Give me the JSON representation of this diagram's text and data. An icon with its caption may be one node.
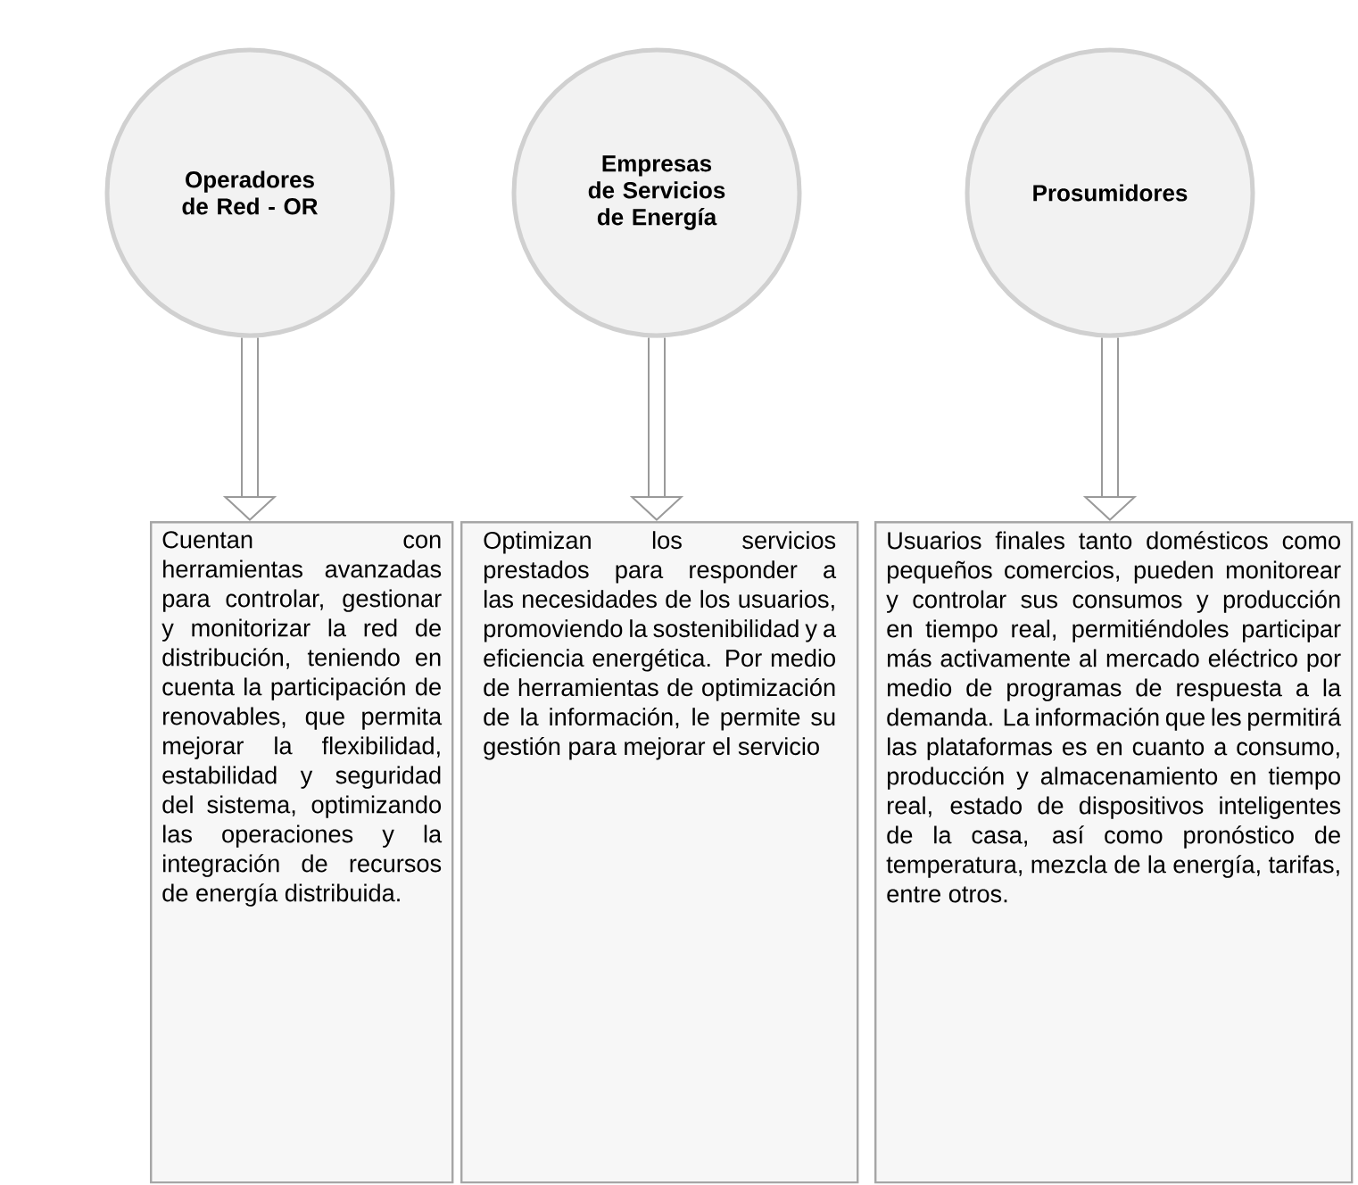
{
  "diagram": {
    "nodes": [
      {
        "text": [
          "Operadores de Red - OR"
        ]
      },
      {
        "text": [
          "Empresas de Servicios de Energía"
        ]
      },
      {
        "text": [
          "Prosumidores"
        ]
      },
      {
        "text": [
          "Cuentan con herramientas avanzadas para controlar, gestionar y monitorizar la red de distribución, teniendo en cuenta la participación de renovables, que permita mejorar la flexibilidad, estabilidad y seguridad del sistema, optimizando las operaciones y la integración de recursos de energía distribuida."
        ]
      },
      {
        "text": [
          "Optimizan los servicios prestados para responder a las necesidades de los usuarios, promoviendo la sostenibilidad y a eficiencia energética. Por medio de herramientas de optimización de la información, le permite su gestión para mejorar el servicio"
        ]
      },
      {
        "text": [
          "Usuarios finales tanto domésticos como pequeños comercios, pueden monitorear y controlar sus consumos y producción en tiempo real, permitiéndoles participar más activamente al mercado eléctrico por medio de programas de respuesta a la demanda. La información que les permitirá las plataformas es en cuanto a consumo, producción y almacenamiento en tiempo real, estado de dispositivos inteligentes de la casa, así como pronóstico de temperatura, mezcla de la energía, tarifas, entre otros."
        ]
      }
    ],
    "edges": [
      {
        "from": 0,
        "to": 3,
        "arrow": "to"
      },
      {
        "from": 1,
        "to": 4,
        "arrow": "to"
      },
      {
        "from": 2,
        "to": 5,
        "arrow": "to"
      }
    ]
  }
}
